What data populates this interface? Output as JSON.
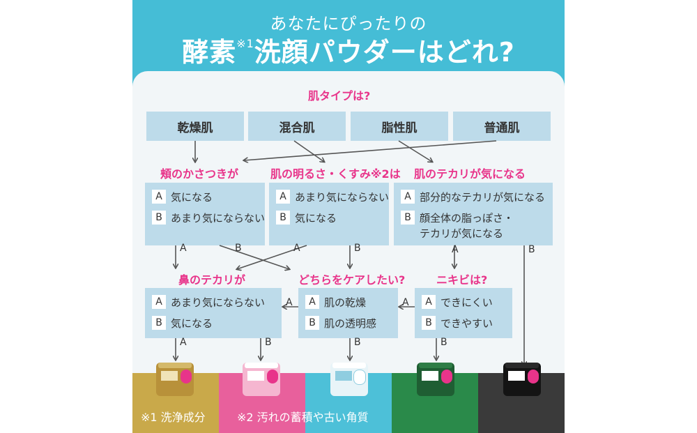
{
  "header": {
    "subtitle": "あなたにぴったりの",
    "title_part1": "酵素",
    "title_mark": "※1",
    "title_part2": "洗顔パウダーはどれ?"
  },
  "question_skin_type": "肌タイプは?",
  "skin_types": [
    "乾燥肌",
    "混合肌",
    "脂性肌",
    "普通肌"
  ],
  "q_dry": {
    "title": "頬のかさつきが",
    "a_badge": "A",
    "a_text": "気になる",
    "b_badge": "B",
    "b_text": "あまり気にならない"
  },
  "q_dull": {
    "title": "肌の明るさ・くすみ※2は",
    "a_badge": "A",
    "a_text": "あまり気にならない",
    "b_badge": "B",
    "b_text": "気になる"
  },
  "q_oily": {
    "title": "肌のテカリが気になる",
    "a_badge": "A",
    "a_text": "部分的なテカリが気になる",
    "b_badge": "B",
    "b_text_line1": "顔全体の脂っぽさ・",
    "b_text_line2": "テカリが気になる"
  },
  "q_nose": {
    "title": "鼻のテカリが",
    "a_badge": "A",
    "a_text": "あまり気にならない",
    "b_badge": "B",
    "b_text": "気になる"
  },
  "q_care": {
    "title": "どちらをケアしたい?",
    "a_badge": "A",
    "a_text": "肌の乾燥",
    "b_badge": "B",
    "b_text": "肌の透明感"
  },
  "q_acne": {
    "title": "ニキビは?",
    "a_badge": "A",
    "a_text": "できにくい",
    "b_badge": "B",
    "b_text": "できやすい"
  },
  "arrow_labels": {
    "a": "A",
    "b": "B"
  },
  "footnotes": {
    "note1": "※1 洗浄成分",
    "note2": "※2 汚れの蓄積や古い角質"
  },
  "colors": {
    "header": "#45bdd6",
    "question": "#e8348a",
    "box": "#bddbea",
    "band_gold": "#c9a94a",
    "band_pink": "#e8609c",
    "band_cyan": "#4dc0d8",
    "band_green": "#2a8a4a",
    "band_black": "#3a3a3a"
  },
  "products": [
    "gold-product",
    "pink-product",
    "white-product",
    "green-product",
    "black-product"
  ]
}
